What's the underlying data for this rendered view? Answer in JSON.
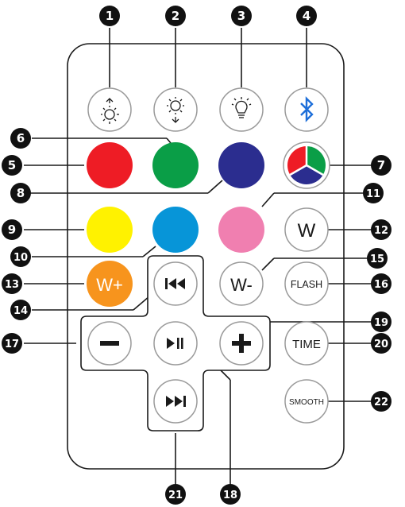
{
  "remote": {
    "buttons": {
      "brightness_up": {
        "icon": "brightness-up-icon"
      },
      "brightness_down": {
        "icon": "brightness-down-icon"
      },
      "bulb": {
        "icon": "bulb-icon"
      },
      "bluetooth": {
        "icon": "bluetooth-icon",
        "color": "#1e6fd9"
      },
      "red": {
        "color": "#ee1c25"
      },
      "green": {
        "color": "#0a9e47"
      },
      "blue": {
        "color": "#2b2d8f"
      },
      "rgb": {
        "icon": "rgb-cycle-icon",
        "colors": [
          "#ee1c25",
          "#0a9e47",
          "#2b2d8f"
        ]
      },
      "yellow": {
        "color": "#fff200"
      },
      "cyan": {
        "color": "#0795d8"
      },
      "pink": {
        "color": "#f07fb0"
      },
      "w": {
        "label": "W"
      },
      "w_plus": {
        "label": "W+",
        "color": "#f7941d"
      },
      "prev": {
        "icon": "skip-back-icon"
      },
      "w_minus": {
        "label": "W-"
      },
      "flash": {
        "label": "FLASH"
      },
      "minus": {
        "icon": "minus-icon"
      },
      "play_pause": {
        "icon": "play-pause-icon"
      },
      "plus": {
        "icon": "plus-icon"
      },
      "time": {
        "label": "TIME"
      },
      "next": {
        "icon": "skip-forward-icon"
      },
      "smooth": {
        "label": "SMOOTH"
      }
    }
  },
  "callouts": [
    "1",
    "2",
    "3",
    "4",
    "5",
    "6",
    "7",
    "8",
    "9",
    "10",
    "11",
    "12",
    "13",
    "14",
    "15",
    "16",
    "17",
    "18",
    "19",
    "20",
    "21",
    "22"
  ]
}
